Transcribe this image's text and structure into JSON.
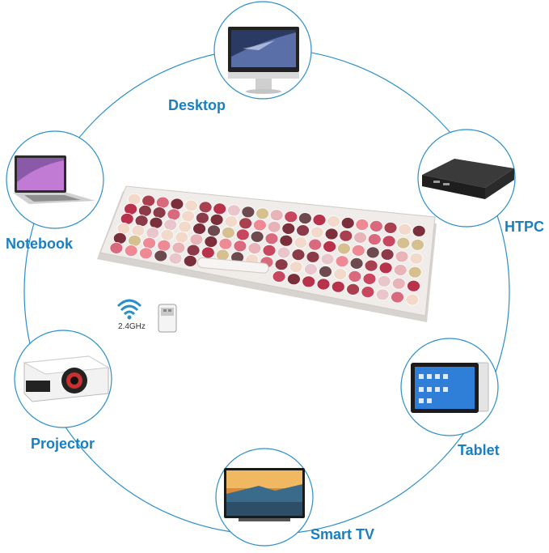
{
  "devices": {
    "desktop": "Desktop",
    "notebook": "Notebook",
    "htpc": "HTPC",
    "projector": "Projector",
    "tablet": "Tablet",
    "smart_tv": "Smart TV"
  },
  "receiver": {
    "frequency": "2.4GHz"
  },
  "colors": {
    "ring": "#2a8fc9",
    "label": "#1a7fc0",
    "keyboard_body": "#ece9e6",
    "key_palette": [
      "#b8324b",
      "#d9697c",
      "#7a2f3a",
      "#e8b4b8",
      "#d6c08f",
      "#f2d9c9",
      "#a84050",
      "#6d4a4e",
      "#ef8a95",
      "#c9475e",
      "#e9c6cb",
      "#8c3a47"
    ]
  },
  "icons": [
    "wifi-icon",
    "usb-receiver-icon"
  ]
}
